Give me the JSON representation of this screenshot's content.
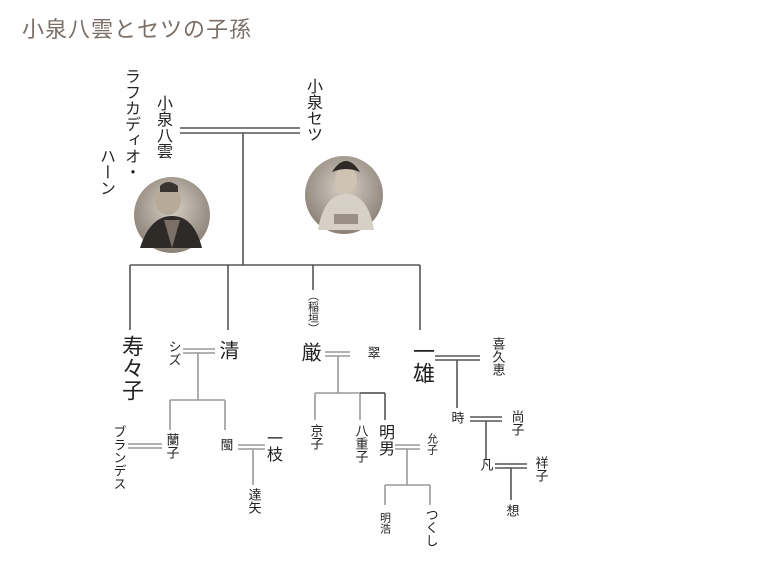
{
  "title": "小泉八雲とセツの子孫",
  "people": {
    "yakumo": "小泉八雲",
    "hearn_1": "ラフカディオ・",
    "hearn_2": "ハーン",
    "setsu": "小泉セツ",
    "suzuko": "寿々子",
    "shizu": "シズ",
    "kiyoshi": "清",
    "inagaki": "（稲垣）",
    "iwao": "厳",
    "midori": "翠",
    "kazuo": "一雄",
    "kikue": "喜久恵",
    "ranko": "蘭子",
    "brandes": "ブランデス",
    "bin": "閩",
    "kazue": "一枝",
    "tatsuya": "達矢",
    "kyoko": "京子",
    "yaeko": "八重子",
    "akio": "明男",
    "masako": "允子",
    "akihiro": "明浩",
    "tsukushi": "つくし",
    "toki": "時",
    "hisako": "尚子",
    "bon": "凡",
    "shoko": "祥子",
    "so": "想"
  },
  "photos": {
    "hearn": "portrait-photo-hearn",
    "setsu": "portrait-photo-setsu"
  }
}
